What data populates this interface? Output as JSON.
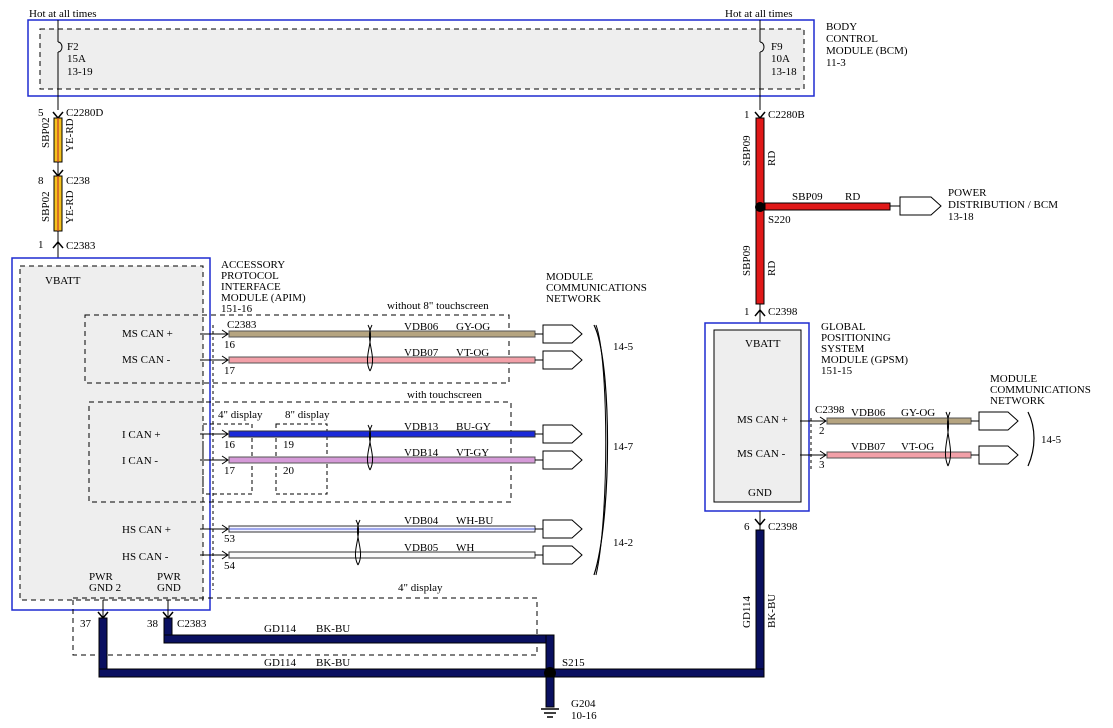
{
  "bcm": {
    "hot_left": "Hot at all times",
    "hot_right": "Hot at all times",
    "title_l1": "BODY",
    "title_l2": "CONTROL",
    "title_l3": "MODULE (BCM)",
    "ref": "11-3",
    "fuse_left": {
      "name": "F2",
      "amp": "15A",
      "ref": "13-19"
    },
    "fuse_right": {
      "name": "F9",
      "amp": "10A",
      "ref": "13-18"
    }
  },
  "left_feed": {
    "pin1": "5",
    "conn1": "C2280D",
    "circuit1": "SBP02",
    "color1": "YE-RD",
    "pin2": "8",
    "conn2": "C238",
    "circuit2": "SBP02",
    "color2": "YE-RD",
    "pin3": "1",
    "conn3": "C2383"
  },
  "right_feed": {
    "pin1": "1",
    "conn1": "C2280B",
    "circuit1": "SBP09",
    "color1": "RD",
    "splice": "S220",
    "branch_circuit": "SBP09",
    "branch_color": "RD",
    "branch_dest_l1": "POWER",
    "branch_dest_l2": "DISTRIBUTION / BCM",
    "branch_dest_ref": "13-18",
    "circuit2": "SBP09",
    "color2": "RD",
    "pin2": "1",
    "conn2": "C2398"
  },
  "apim": {
    "vbatt": "VBATT",
    "title_l1": "ACCESSORY",
    "title_l2": "PROTOCOL",
    "title_l3": "INTERFACE",
    "title_l4": "MODULE (APIM)",
    "ref": "151-16",
    "ms_can_plus": "MS CAN +",
    "ms_can_minus": "MS CAN -",
    "i_can_plus": "I CAN +",
    "i_can_minus": "I CAN -",
    "hs_can_plus": "HS CAN +",
    "hs_can_minus": "HS CAN -",
    "pwr_gnd2_l1": "PWR",
    "pwr_gnd2_l2": "GND 2",
    "pwr_gnd_l1": "PWR",
    "pwr_gnd_l2": "GND",
    "conn": "C2383",
    "pin_ms_plus": "16",
    "pin_ms_minus": "17",
    "pin_i_plus_4": "16",
    "pin_i_minus_4": "17",
    "pin_i_plus_8": "19",
    "pin_i_minus_8": "20",
    "pin_hs_plus": "53",
    "pin_hs_minus": "54",
    "pin_gnd2": "37",
    "pin_gnd": "38",
    "gnd_conn": "C2383",
    "without_touch": "without 8\" touchscreen",
    "with_touch": "with touchscreen",
    "disp4": "4\" display",
    "disp8": "8\" display",
    "disp4_bottom": "4\" display"
  },
  "mcn_left": {
    "title_l1": "MODULE",
    "title_l2": "COMMUNICATIONS",
    "title_l3": "NETWORK",
    "ref_ms": "14-5",
    "ref_i": "14-7",
    "ref_hs": "14-2"
  },
  "wires": [
    {
      "circuit": "VDB06",
      "color": "GY-OG"
    },
    {
      "circuit": "VDB07",
      "color": "VT-OG"
    },
    {
      "circuit": "VDB13",
      "color": "BU-GY"
    },
    {
      "circuit": "VDB14",
      "color": "VT-GY"
    },
    {
      "circuit": "VDB04",
      "color": "WH-BU"
    },
    {
      "circuit": "VDB05",
      "color": "WH"
    }
  ],
  "gpsm": {
    "vbatt": "VBATT",
    "title_l1": "GLOBAL",
    "title_l2": "POSITIONING",
    "title_l3": "SYSTEM",
    "title_l4": "MODULE (GPSM)",
    "ref": "151-15",
    "ms_can_plus": "MS CAN +",
    "ms_can_minus": "MS CAN -",
    "gnd": "GND",
    "conn": "C2398",
    "pin_plus": "2",
    "pin_minus": "3",
    "wire_plus": {
      "circuit": "VDB06",
      "color": "GY-OG"
    },
    "wire_minus": {
      "circuit": "VDB07",
      "color": "VT-OG"
    },
    "gnd_pin": "6",
    "gnd_conn": "C2398",
    "gnd_circuit": "GD114",
    "gnd_color": "BK-BU"
  },
  "mcn_right": {
    "title_l1": "MODULE",
    "title_l2": "COMMUNICATIONS",
    "title_l3": "NETWORK",
    "ref": "14-5"
  },
  "ground": {
    "wire1_circuit": "GD114",
    "wire1_color": "BK-BU",
    "wire2_circuit": "GD114",
    "wire2_color": "BK-BU",
    "splice": "S215",
    "point": "G204",
    "ref": "10-16"
  }
}
